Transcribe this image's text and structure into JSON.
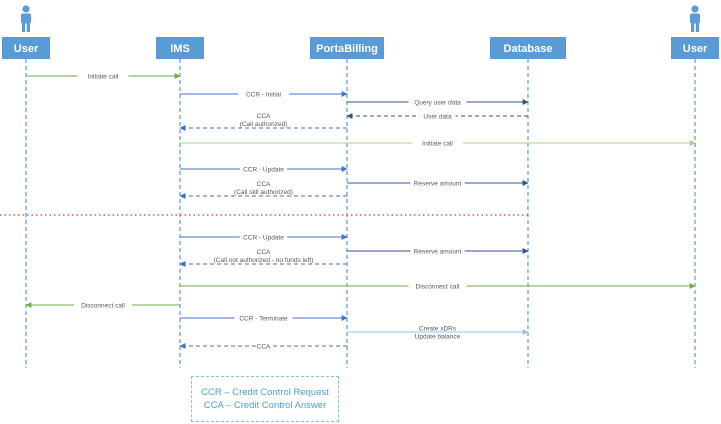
{
  "participants": [
    {
      "label": "User",
      "has_actor_icon": true
    },
    {
      "label": "IMS",
      "has_actor_icon": false
    },
    {
      "label": "PortaBilling",
      "has_actor_icon": false
    },
    {
      "label": "Database",
      "has_actor_icon": false
    },
    {
      "label": "User",
      "has_actor_icon": true
    }
  ],
  "messages": [
    {
      "from": 0,
      "to": 1,
      "style": "solid",
      "color": "green",
      "lines": [
        "Initiate call"
      ]
    },
    {
      "from": 1,
      "to": 2,
      "style": "solid",
      "color": "blue",
      "lines": [
        "CCR - Initial"
      ]
    },
    {
      "from": 2,
      "to": 3,
      "style": "solid",
      "color": "darkblue",
      "lines": [
        "Query user data"
      ]
    },
    {
      "from": 3,
      "to": 2,
      "style": "dashed",
      "color": "darkblue",
      "lines": [
        "User data"
      ]
    },
    {
      "from": 2,
      "to": 1,
      "style": "dashed",
      "color": "blue",
      "lines": [
        "CCA",
        "(Call authorized)"
      ]
    },
    {
      "from": 1,
      "to": 4,
      "style": "solid",
      "color": "lightgreen",
      "lines": [
        "Initiate call"
      ]
    },
    {
      "from": 1,
      "to": 2,
      "style": "solid",
      "color": "blue",
      "lines": [
        "CCR - Update"
      ]
    },
    {
      "from": 2,
      "to": 3,
      "style": "solid",
      "color": "darkblue",
      "lines": [
        "Reserve amount"
      ]
    },
    {
      "from": 2,
      "to": 1,
      "style": "dashed",
      "color": "blue",
      "lines": [
        "CCA",
        "(Call still authorized)"
      ]
    },
    {
      "from": 1,
      "to": 2,
      "style": "solid",
      "color": "blue",
      "lines": [
        "CCR - Update"
      ]
    },
    {
      "from": 2,
      "to": 3,
      "style": "solid",
      "color": "darkblue",
      "lines": [
        "Reserve amount"
      ]
    },
    {
      "from": 2,
      "to": 1,
      "style": "dashed",
      "color": "blue",
      "lines": [
        "CCA",
        "(Call not authorized - no funds left)"
      ]
    },
    {
      "from": 1,
      "to": 4,
      "style": "solid",
      "color": "green",
      "lines": [
        "Disconnect call"
      ]
    },
    {
      "from": 1,
      "to": 0,
      "style": "solid",
      "color": "green",
      "lines": [
        "Disconnect call"
      ]
    },
    {
      "from": 1,
      "to": 2,
      "style": "solid",
      "color": "blue",
      "lines": [
        "CCR - Terminate"
      ]
    },
    {
      "from": 2,
      "to": 3,
      "style": "solid",
      "color": "lightblue",
      "lines": [
        "Create xDRs",
        "Update balance"
      ]
    },
    {
      "from": 2,
      "to": 1,
      "style": "dashed",
      "color": "blue",
      "lines": [
        "CCA"
      ]
    }
  ],
  "separator": {
    "after_message": 8,
    "style": "dotted",
    "color": "#e03c31"
  },
  "legend": [
    "CCR – Credit Control Request",
    "CCA – Credit Control Answer"
  ],
  "colors": {
    "header_fill": "#5b9bd5",
    "header_text": "#ffffff",
    "lifeline": "#5b9bd5",
    "actor_icon": "#5b9bd5",
    "green": "#70ad47",
    "lightgreen": "#a9d18e",
    "blue": "#4472c4",
    "darkblue": "#2f5597",
    "lightblue": "#9dc3e6",
    "label_text": "#595959",
    "legend_border": "#8fc1d9",
    "legend_text": "#4aa3cc"
  }
}
